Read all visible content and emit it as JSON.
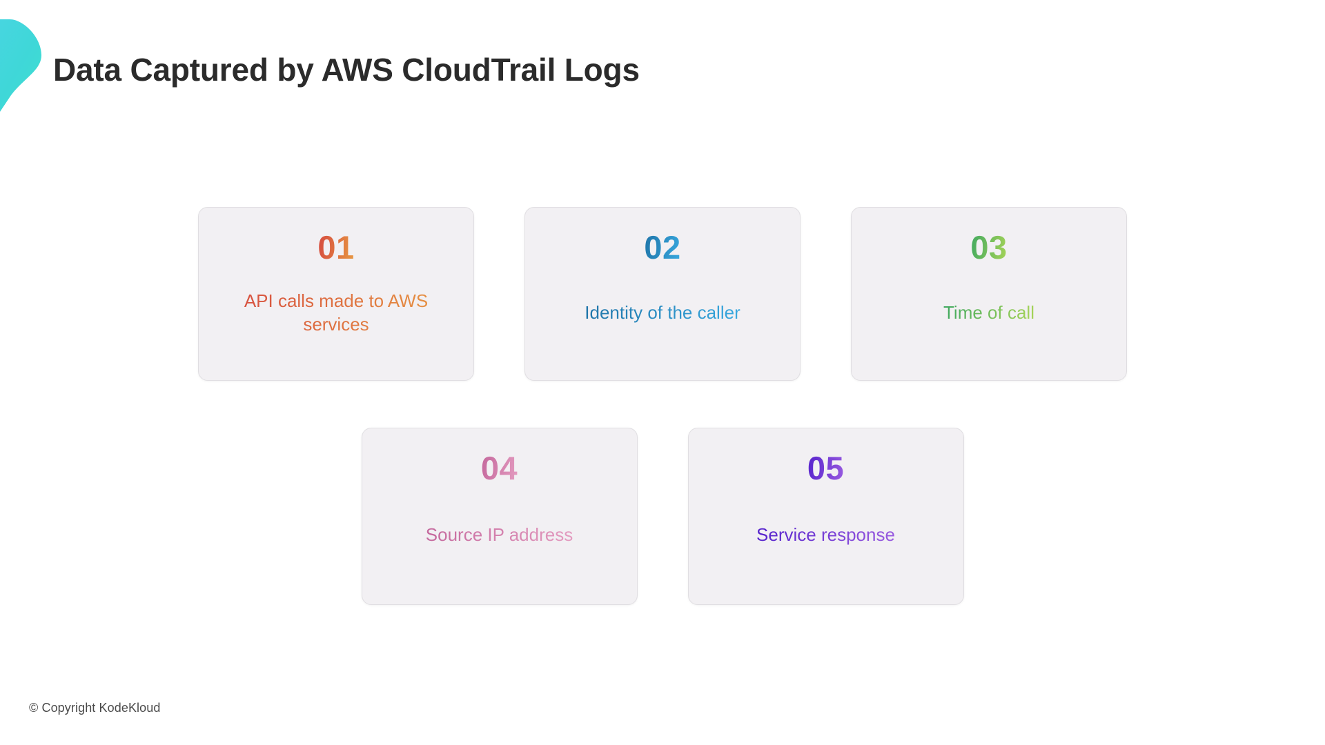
{
  "slide": {
    "title": "Data Captured by AWS CloudTrail Logs",
    "footer": "© Copyright KodeKloud",
    "background_color": "#ffffff",
    "title_color": "#2b2b2b",
    "card_background": "#f2f0f3",
    "card_border": "#e0dee2"
  },
  "brand_mark": {
    "name": "chevron-mark",
    "gradient_from": "#2fd9d0",
    "gradient_to": "#4fd8e8"
  },
  "cards": [
    {
      "number": "01",
      "text": "API calls made to AWS services",
      "gradient_from": "#d5483f",
      "gradient_to": "#e89a42",
      "row": 1
    },
    {
      "number": "02",
      "text": "Identity of the caller",
      "gradient_from": "#1f74a8",
      "gradient_to": "#38a9e0",
      "row": 1
    },
    {
      "number": "03",
      "text": "Time of call",
      "gradient_from": "#3fa860",
      "gradient_to": "#a8d457",
      "row": 1
    },
    {
      "number": "04",
      "text": "Source IP address",
      "gradient_from": "#c4679c",
      "gradient_to": "#e49cc0",
      "row": 2
    },
    {
      "number": "05",
      "text": "Service response",
      "gradient_from": "#5522cc",
      "gradient_to": "#9a5ce0",
      "row": 2
    }
  ]
}
